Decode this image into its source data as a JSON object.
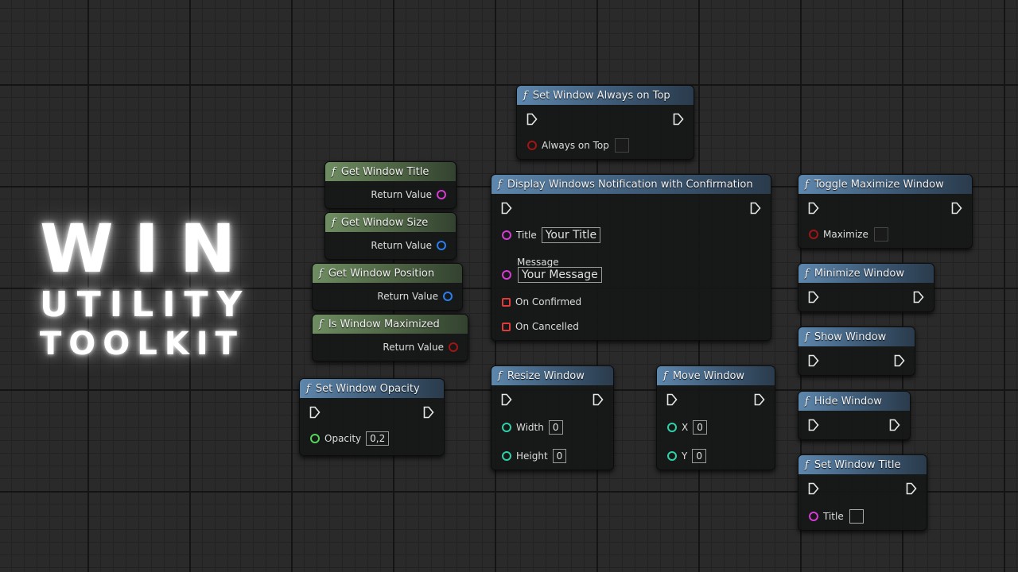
{
  "logo": {
    "line1": "WIN",
    "line2": "UTILITY",
    "line3": "TOOLKIT"
  },
  "nodes": {
    "always_on_top": {
      "title": "Set Window Always on Top",
      "input_label": "Always on Top"
    },
    "get_title": {
      "title": "Get Window Title",
      "output": "Return Value"
    },
    "get_size": {
      "title": "Get Window Size",
      "output": "Return Value"
    },
    "get_position": {
      "title": "Get Window Position",
      "output": "Return Value"
    },
    "is_maximized": {
      "title": "Is Window Maximized",
      "output": "Return Value"
    },
    "set_opacity": {
      "title": "Set Window Opacity",
      "input_label": "Opacity",
      "input_value": "0,2"
    },
    "notification": {
      "title": "Display Windows Notification with Confirmation",
      "title_label": "Title",
      "title_value": "Your Title",
      "message_label": "Message",
      "message_value": "Your Message",
      "on_confirmed": "On Confirmed",
      "on_cancelled": "On Cancelled"
    },
    "resize": {
      "title": "Resize Window",
      "width_label": "Width",
      "width_value": "0",
      "height_label": "Height",
      "height_value": "0"
    },
    "move": {
      "title": "Move Window",
      "x_label": "X",
      "x_value": "0",
      "y_label": "Y",
      "y_value": "0"
    },
    "toggle_max": {
      "title": "Toggle Maximize Window",
      "input_label": "Maximize"
    },
    "minimize": {
      "title": "Minimize Window"
    },
    "show": {
      "title": "Show Window"
    },
    "hide": {
      "title": "Hide Window"
    },
    "set_title": {
      "title": "Set Window Title",
      "input_label": "Title"
    }
  },
  "colors": {
    "string_pin": "#d63bd6",
    "struct_pin": "#2a7ef0",
    "bool_pin": "#a31414",
    "float_pin": "#54d65a",
    "int_pin": "#2dd3a8",
    "exec_pin": "#e8e8e8",
    "event_pin": "#e03a3a"
  },
  "icons": {
    "function": "function-icon",
    "exec": "exec-pin-icon"
  }
}
